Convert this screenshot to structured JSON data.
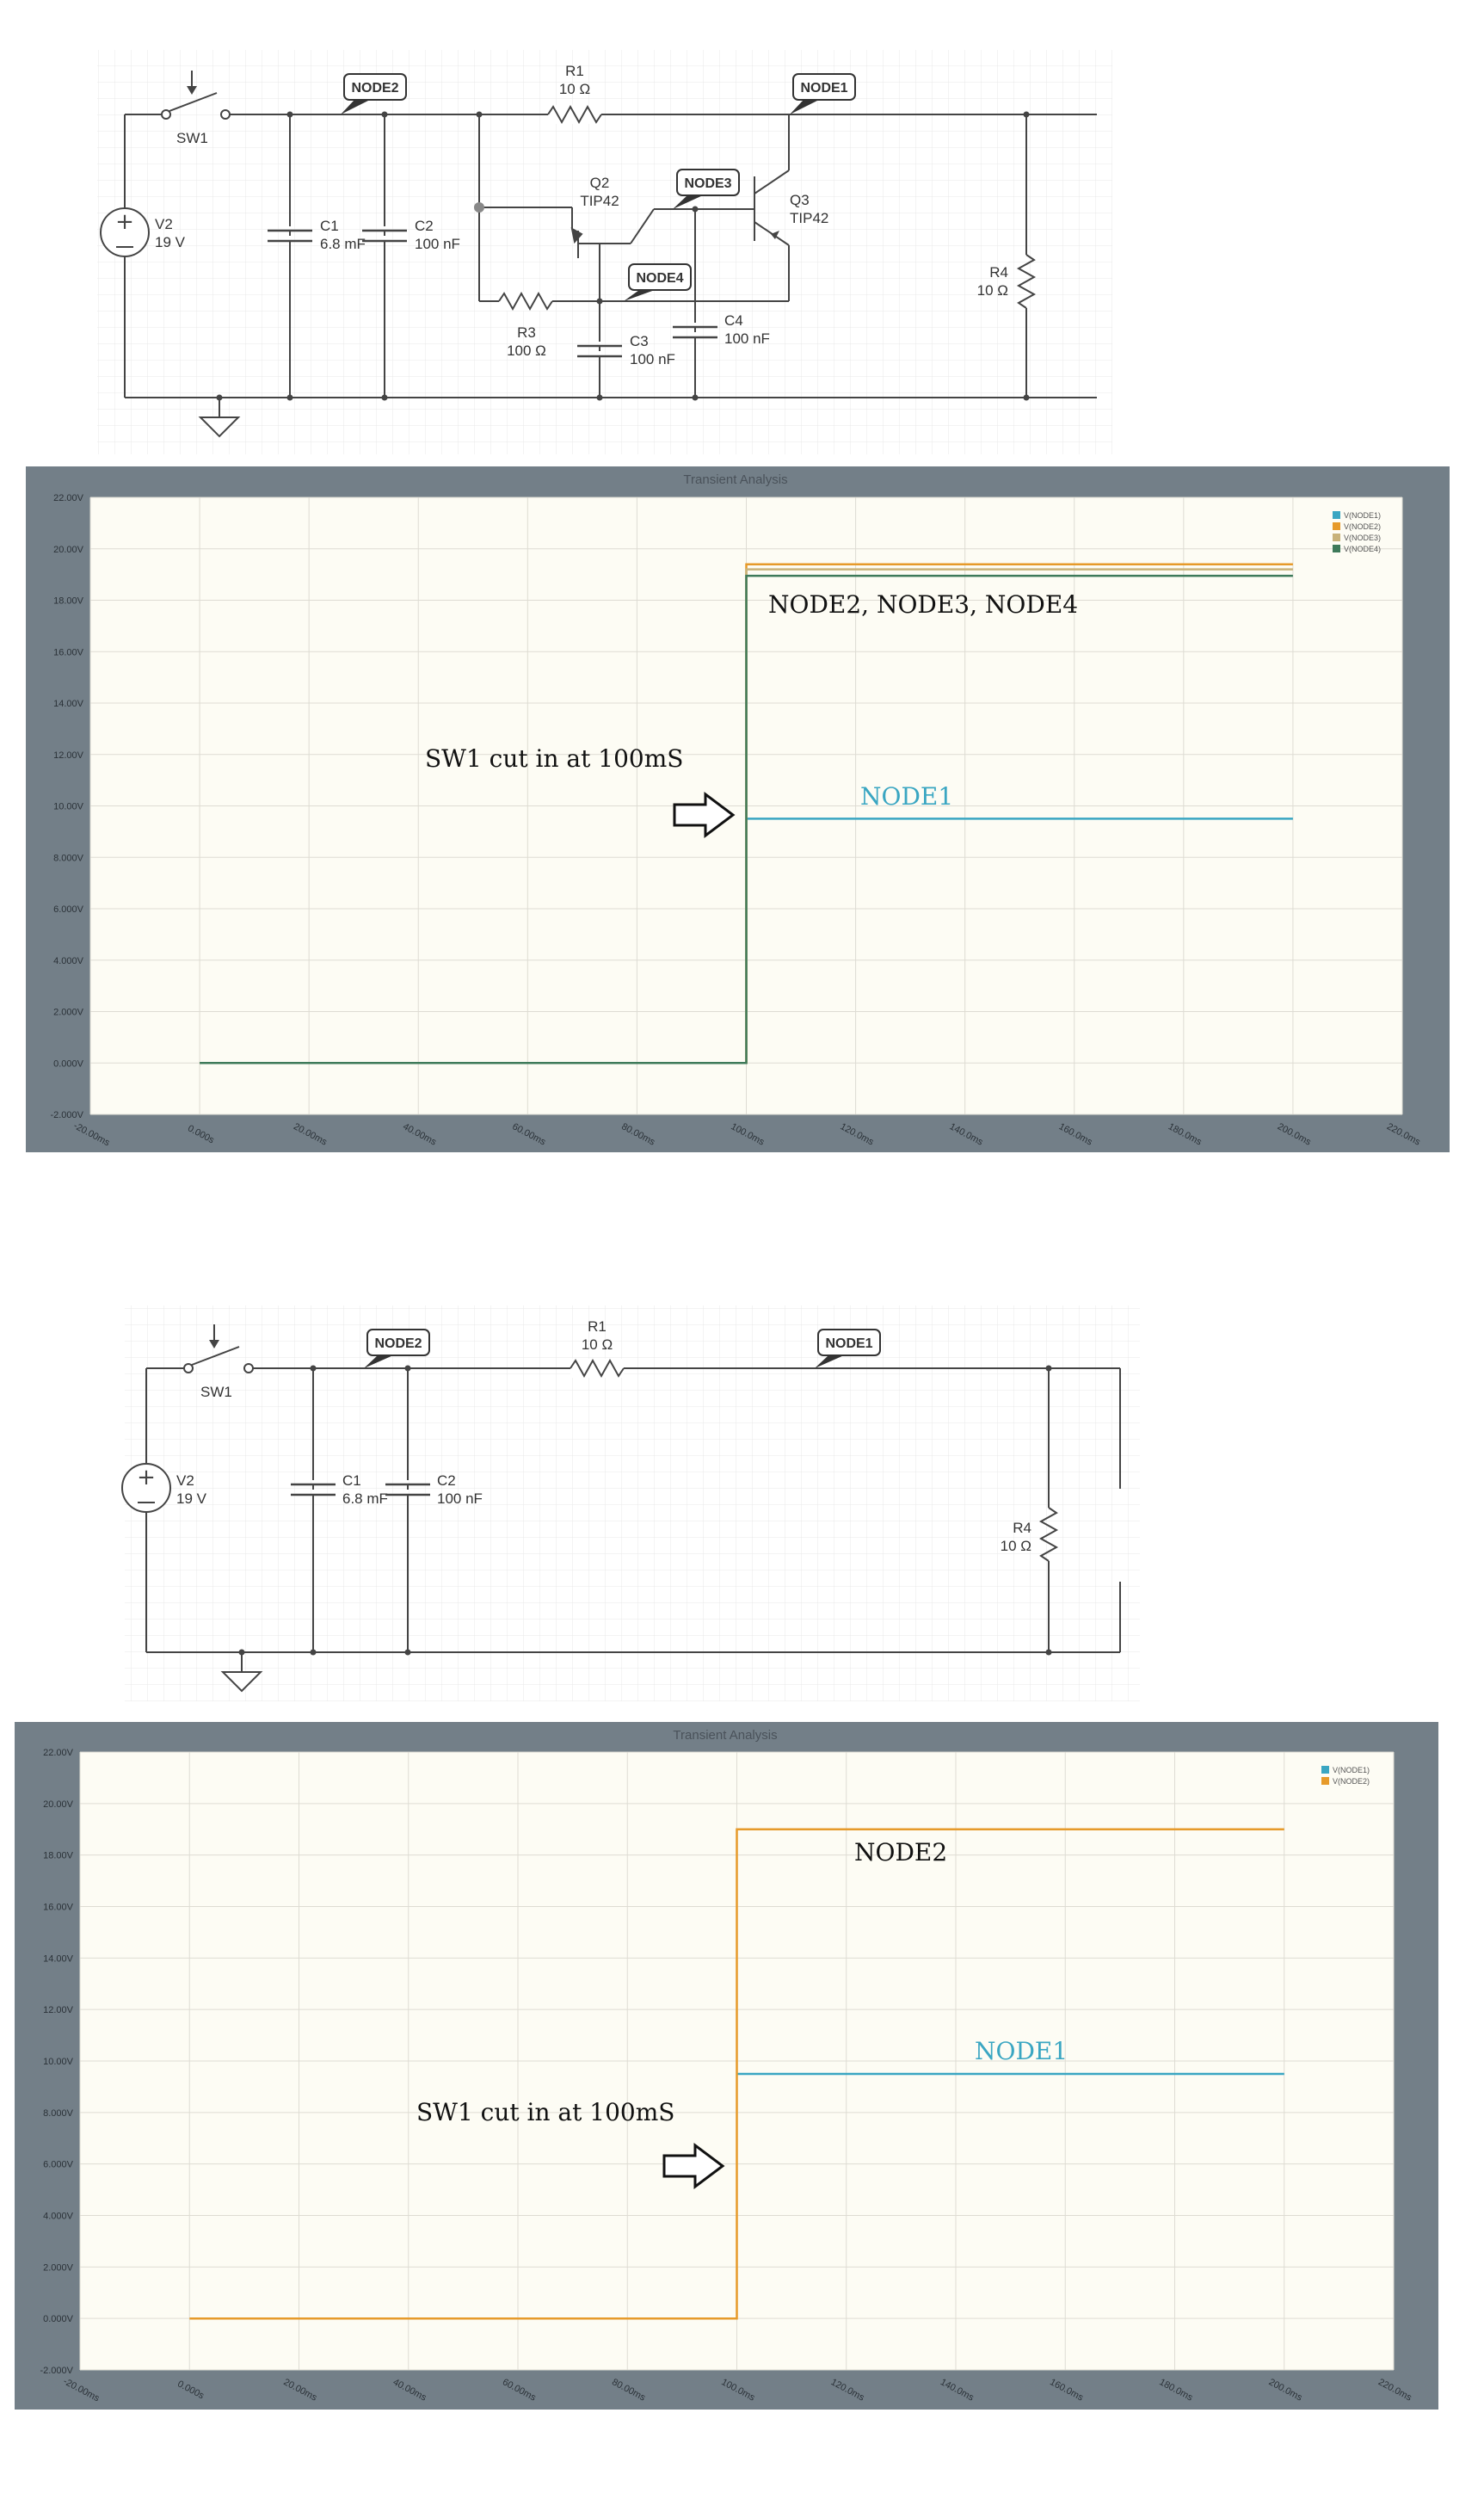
{
  "circuit1": {
    "components": {
      "sw1": "SW1",
      "v2": {
        "name": "V2",
        "value": "19 V"
      },
      "c1": {
        "name": "C1",
        "value": "6.8 mF"
      },
      "c2": {
        "name": "C2",
        "value": "100 nF"
      },
      "r1": {
        "name": "R1",
        "value": "10 Ω"
      },
      "q2": {
        "name": "Q2",
        "value": "TIP42"
      },
      "q3": {
        "name": "Q3",
        "value": "TIP42"
      },
      "r3": {
        "name": "R3",
        "value": "100 Ω"
      },
      "c3": {
        "name": "C3",
        "value": "100 nF"
      },
      "c4": {
        "name": "C4",
        "value": "100 nF"
      },
      "r4": {
        "name": "R4",
        "value": "10 Ω"
      }
    },
    "nodes": {
      "node1": "NODE1",
      "node2": "NODE2",
      "node3": "NODE3",
      "node4": "NODE4"
    }
  },
  "circuit2": {
    "components": {
      "sw1": "SW1",
      "v2": {
        "name": "V2",
        "value": "19 V"
      },
      "c1": {
        "name": "C1",
        "value": "6.8 mF"
      },
      "c2": {
        "name": "C2",
        "value": "100 nF"
      },
      "r1": {
        "name": "R1",
        "value": "10 Ω"
      },
      "r4": {
        "name": "R4",
        "value": "10 Ω"
      }
    },
    "nodes": {
      "node1": "NODE1",
      "node2": "NODE2"
    }
  },
  "colors": {
    "node1": "#3aa6c2",
    "node2": "#e69a2a",
    "node3": "#c8b27a",
    "node4": "#3e7a5a",
    "plot_frame": "#737f88",
    "plot_bg": "#fdfcf4"
  },
  "chart_data": [
    {
      "type": "line",
      "title": "Transient Analysis",
      "x_unit": "ms",
      "xlim": [
        -20,
        220
      ],
      "ylim": [
        -2,
        22
      ],
      "x_tick_labels": [
        "-20.00ms",
        "0.000s",
        "20.00ms",
        "40.00ms",
        "60.00ms",
        "80.00ms",
        "100.0ms",
        "120.0ms",
        "140.0ms",
        "160.0ms",
        "180.0ms",
        "200.0ms",
        "220.0ms"
      ],
      "y_tick_labels": [
        "-2.000V",
        "0.000V",
        "2.000V",
        "4.000V",
        "6.000V",
        "8.000V",
        "10.00V",
        "12.00V",
        "14.00V",
        "16.00V",
        "18.00V",
        "20.00V",
        "22.00V"
      ],
      "legend": [
        "V(NODE1)",
        "V(NODE2)",
        "V(NODE3)",
        "V(NODE4)"
      ],
      "legend_position": "top-right",
      "grid": true,
      "series": [
        {
          "name": "V(NODE1)",
          "x": [
            100,
            100,
            200
          ],
          "y": [
            null,
            9.5,
            9.5
          ]
        },
        {
          "name": "V(NODE2)",
          "x": [
            0,
            100,
            100,
            200
          ],
          "y": [
            0,
            0,
            19.4,
            19.4
          ]
        },
        {
          "name": "V(NODE3)",
          "x": [
            0,
            100,
            100,
            200
          ],
          "y": [
            0,
            0,
            19.2,
            19.2
          ]
        },
        {
          "name": "V(NODE4)",
          "x": [
            0,
            100,
            100,
            200
          ],
          "y": [
            0,
            0,
            18.95,
            18.95
          ]
        }
      ],
      "annotations": {
        "nodes_high": "NODE2, NODE3, NODE4",
        "switch": "SW1 cut in at 100mS",
        "node1": "NODE1"
      }
    },
    {
      "type": "line",
      "title": "Transient Analysis",
      "x_unit": "ms",
      "xlim": [
        -20,
        220
      ],
      "ylim": [
        -2,
        22
      ],
      "x_tick_labels": [
        "-20.00ms",
        "0.000s",
        "20.00ms",
        "40.00ms",
        "60.00ms",
        "80.00ms",
        "100.0ms",
        "120.0ms",
        "140.0ms",
        "160.0ms",
        "180.0ms",
        "200.0ms",
        "220.0ms"
      ],
      "y_tick_labels": [
        "-2.000V",
        "0.000V",
        "2.000V",
        "4.000V",
        "6.000V",
        "8.000V",
        "10.00V",
        "12.00V",
        "14.00V",
        "16.00V",
        "18.00V",
        "20.00V",
        "22.00V"
      ],
      "legend": [
        "V(NODE1)",
        "V(NODE2)"
      ],
      "legend_position": "top-right",
      "grid": true,
      "series": [
        {
          "name": "V(NODE1)",
          "x": [
            100,
            100,
            200
          ],
          "y": [
            null,
            9.5,
            9.5
          ]
        },
        {
          "name": "V(NODE2)",
          "x": [
            0,
            100,
            100,
            200
          ],
          "y": [
            0,
            0,
            19.0,
            19.0
          ]
        }
      ],
      "annotations": {
        "node2": "NODE2",
        "switch": "SW1 cut in at 100mS",
        "node1": "NODE1"
      }
    }
  ]
}
